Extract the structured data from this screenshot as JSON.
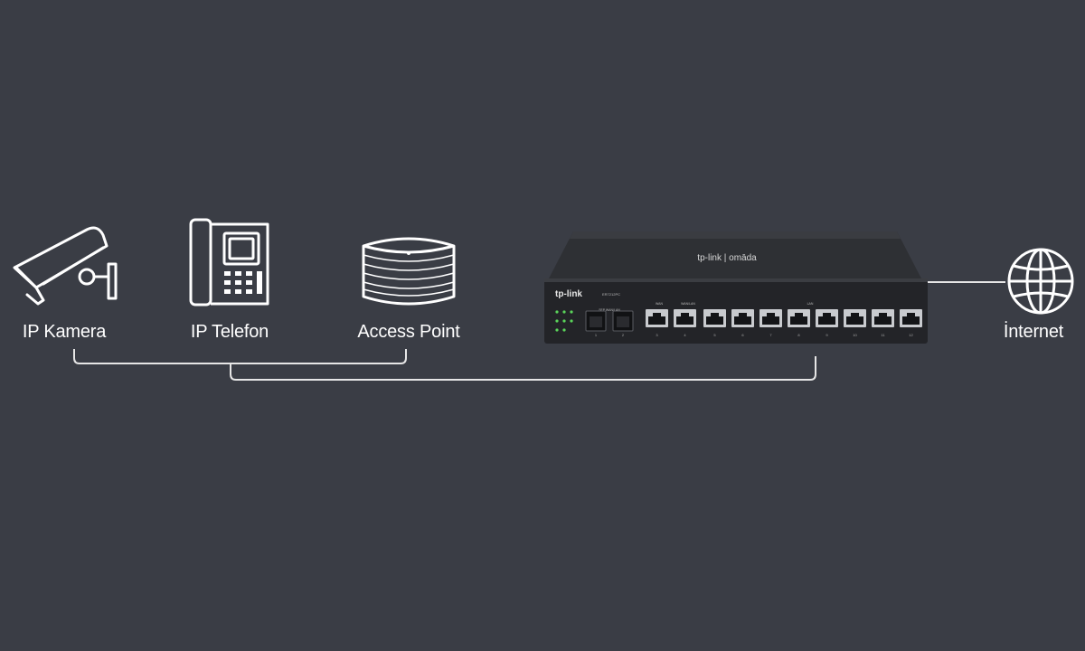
{
  "devices": {
    "camera": {
      "label": "IP Kamera",
      "icon": "security-camera-icon"
    },
    "phone": {
      "label": "IP Telefon",
      "icon": "desk-phone-icon"
    },
    "access_point": {
      "label": "Access Point",
      "icon": "access-point-icon"
    },
    "internet": {
      "label": "İnternet",
      "icon": "globe-icon"
    }
  },
  "router": {
    "front_brand": "tp-link",
    "top_brand": "tp-link | omāda",
    "model": "ER7212PC",
    "port_numbers": [
      "1",
      "2",
      "3",
      "4",
      "5",
      "6",
      "7",
      "8",
      "9",
      "10",
      "11",
      "12"
    ],
    "groups": {
      "wan": "WAN",
      "wan_lan": "WAN/LAN",
      "lan": "LAN",
      "sfp": "SFP WAN/LAN"
    }
  },
  "colors": {
    "background": "#3a3d45",
    "line": "#e6e6e6",
    "icon": "#ffffff",
    "chassis": "#25272b",
    "led_green": "#5ad45a"
  }
}
